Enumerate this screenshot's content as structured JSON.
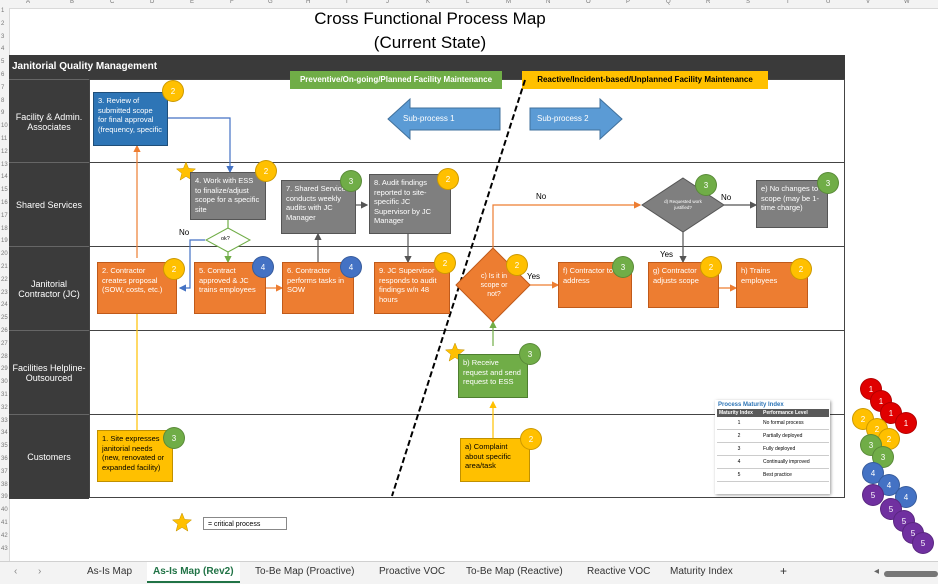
{
  "column_letters": [
    "A",
    "B",
    "C",
    "D",
    "E",
    "F",
    "G",
    "H",
    "I",
    "J",
    "K",
    "L",
    "M",
    "N",
    "O",
    "P",
    "Q",
    "R",
    "S",
    "T",
    "U",
    "V",
    "W"
  ],
  "row_numbers": [
    "1",
    "2",
    "3",
    "4",
    "5",
    "6",
    "7",
    "8",
    "9",
    "10",
    "11",
    "12",
    "13",
    "14",
    "15",
    "16",
    "17",
    "18",
    "19",
    "20",
    "21",
    "22",
    "23",
    "24",
    "25",
    "26",
    "27",
    "28",
    "29",
    "30",
    "31",
    "32",
    "33",
    "34",
    "35",
    "36",
    "37",
    "38",
    "39",
    "40",
    "41",
    "42",
    "43"
  ],
  "title": {
    "line1": "Cross Functional Process Map",
    "line2": "(Current State)"
  },
  "header": "Janitorial Quality Management",
  "lanes": [
    "Facility & Admin. Associates",
    "Shared Services",
    "Janitorial Contractor (JC)",
    "Facilities Helpline- Outsourced",
    "Customers"
  ],
  "banners": {
    "proactive": "Preventive/On-going/Planned Facility Maintenance",
    "reactive": "Reactive/Incident-based/Unplanned Facility Maintenance"
  },
  "subprocess": {
    "one": "Sub-process 1",
    "two": "Sub-process 2"
  },
  "steps": {
    "s1": "1. Site expresses janitorial needs (new, renovated or expanded facility)",
    "s2": "2. Contractor creates proposal (SOW, costs, etc.)",
    "s3": "3. Review of submitted scope for final approval (frequency, specific",
    "s4": "4. Work with ESS to finalize/adjust scope for a specific site",
    "s4d": "ok?",
    "s5": "5. Contract approved & JC trains employees",
    "s6": "6. Contractor performs tasks in SOW",
    "s7": "7. Shared Services conducts weekly audits with JC Manager",
    "s8": "8. Audit findings reported to site-specific JC Supervisor by JC Manager",
    "s9": "9. JC Supervisor responds to audit findings w/n 48 hours",
    "sa": "a) Complaint about specific area/task",
    "sb": "b) Receive request and send request to ESS",
    "sc": "c) Is it in scope or not?",
    "sd": "d) Requested work justified?",
    "se": "e) No changes to scope (may be 1-time charge)",
    "sf": "f) Contractor to address",
    "sg": "g) Contractor adjusts scope",
    "sh": "h) Trains employees"
  },
  "labels": {
    "no1": "No",
    "no2": "No",
    "no3": "No",
    "yes1": "Yes",
    "yes2": "Yes"
  },
  "badges": {
    "s1": "3",
    "s2": "2",
    "s3": "2",
    "s4": "2",
    "s5": "4",
    "s6": "4",
    "s7": "3",
    "s8": "2",
    "s9": "2",
    "sa": "2",
    "sb": "3",
    "sc": "2",
    "sd": "3",
    "se": "3",
    "sf": "3",
    "sg": "2",
    "sh": "2"
  },
  "legend": "= critical process",
  "maturity_index": {
    "title": "Process Maturity Index",
    "headers": [
      "Maturity Index",
      "Performance Level"
    ],
    "rows": [
      [
        "1",
        "No formal process"
      ],
      [
        "2",
        "Partially deployed"
      ],
      [
        "3",
        "Fully deployed"
      ],
      [
        "4",
        "Continually improved"
      ],
      [
        "5",
        "Best practice"
      ]
    ]
  },
  "maturity_stack": [
    "1",
    "1",
    "1",
    "1",
    "2",
    "2",
    "2",
    "3",
    "3",
    "4",
    "4",
    "4",
    "5",
    "5",
    "5",
    "5",
    "5"
  ],
  "colors": {
    "orange": "#ed7d31",
    "gray": "#7f7f7f",
    "blue": "#2e75b6",
    "green": "#70ad47",
    "yellow": "#ffc000",
    "dark": "#3a3a3a"
  },
  "tabs": [
    "As-Is Map",
    "As-Is Map (Rev2)",
    "To-Be Map (Proactive)",
    "Proactive VOC",
    "To-Be Map (Reactive)",
    "Reactive VOC",
    "Maturity Index"
  ],
  "active_tab": "As-Is Map (Rev2)",
  "add_sheet": "+"
}
